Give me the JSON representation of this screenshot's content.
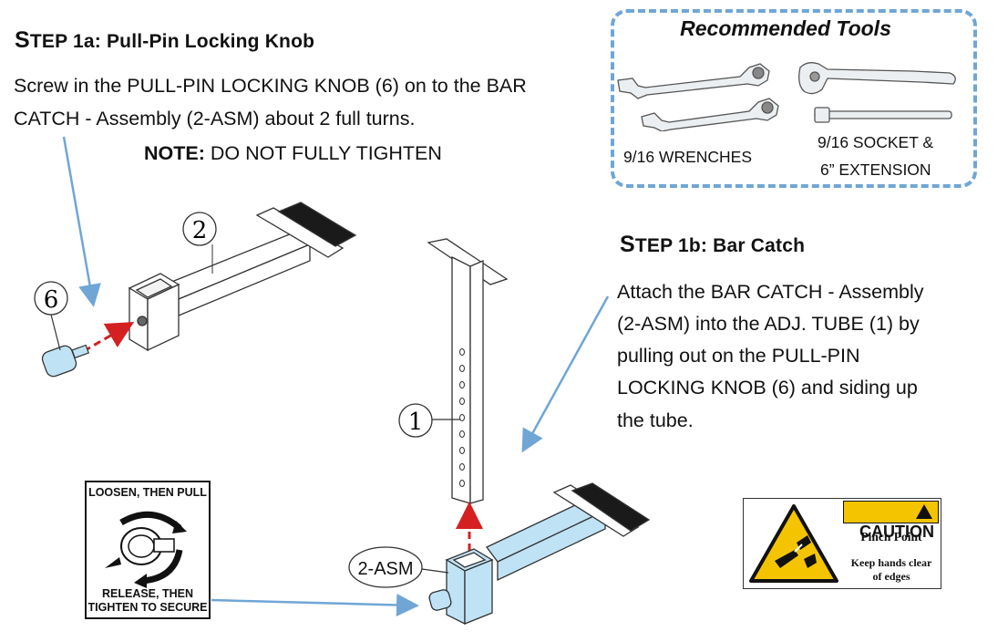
{
  "step1a": {
    "title_cap": "S",
    "title_rest": "TEP 1a: Pull-Pin Locking Knob",
    "line1": "Screw in the PULL-PIN LOCKING KNOB (6) on to the BAR",
    "line2": "CATCH - Assembly (2-ASM) about 2 full turns.",
    "note_label": "NOTE:",
    "note_text": " DO NOT FULLY TIGHTEN"
  },
  "step1b": {
    "title_cap": "S",
    "title_rest": "TEP 1b: Bar Catch",
    "lines": [
      "Attach the BAR CATCH - Assembly",
      "(2-ASM) into the ADJ. TUBE (1) by",
      "pulling out on the PULL-PIN",
      "LOCKING KNOB (6) and siding up",
      "the tube."
    ]
  },
  "tools": {
    "title": "Recommended Tools",
    "wrenches": "9/16 WRENCHES",
    "socket_line1": "9/16 SOCKET &",
    "socket_line2": "6” EXTENSION"
  },
  "callouts": {
    "part2": "2",
    "part6": "6",
    "part1": "1",
    "asm": "2-ASM"
  },
  "warning_label": {
    "top": "LOOSEN, THEN PULL",
    "bottom_line1": "RELEASE, THEN",
    "bottom_line2": "TIGHTEN TO SECURE"
  },
  "caution": {
    "header": "CAUTION",
    "title": "Pinch Point",
    "line1": "Keep hands clear",
    "line2": "of edges"
  },
  "colors": {
    "accent_blue": "#6fa6d6",
    "arrow_red": "#d42020",
    "part_blue": "#bfe3f5",
    "caution_yellow": "#f5c400"
  }
}
